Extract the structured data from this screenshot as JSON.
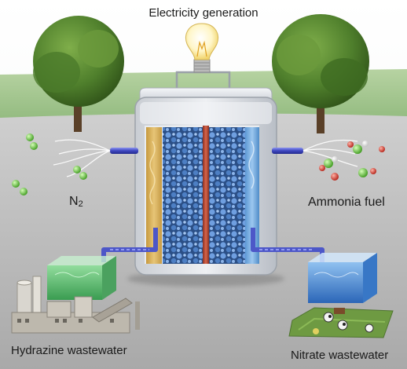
{
  "labels": {
    "title": "Electricity generation",
    "n2_main": "N",
    "n2_sub": "2",
    "ammonia": "Ammonia fuel",
    "hydrazine": "Hydrazine wastewater",
    "nitrate": "Nitrate wastewater"
  },
  "colors": {
    "sky_top": "#ffffff",
    "grass": "#9ec28a",
    "ground": "#c9c9c9",
    "cell_frame": "#d8dbe0",
    "anode_panel": "#d7b05a",
    "cathode_panel": "#6fa8e0",
    "membrane": "#c0503a",
    "electrode_pattern": "#4a78b8",
    "pipe": "#4d57c8",
    "hydrazine_tank": "#5cbf6e",
    "nitrate_tank": "#3f86d8",
    "n2_molecule": "#5fc43a",
    "nh3_n": "#3fa84a",
    "nh3_h": "#d63a2e"
  },
  "icons": [
    "light-bulb-icon",
    "tree-icon",
    "factory-icon",
    "farm-icon"
  ]
}
